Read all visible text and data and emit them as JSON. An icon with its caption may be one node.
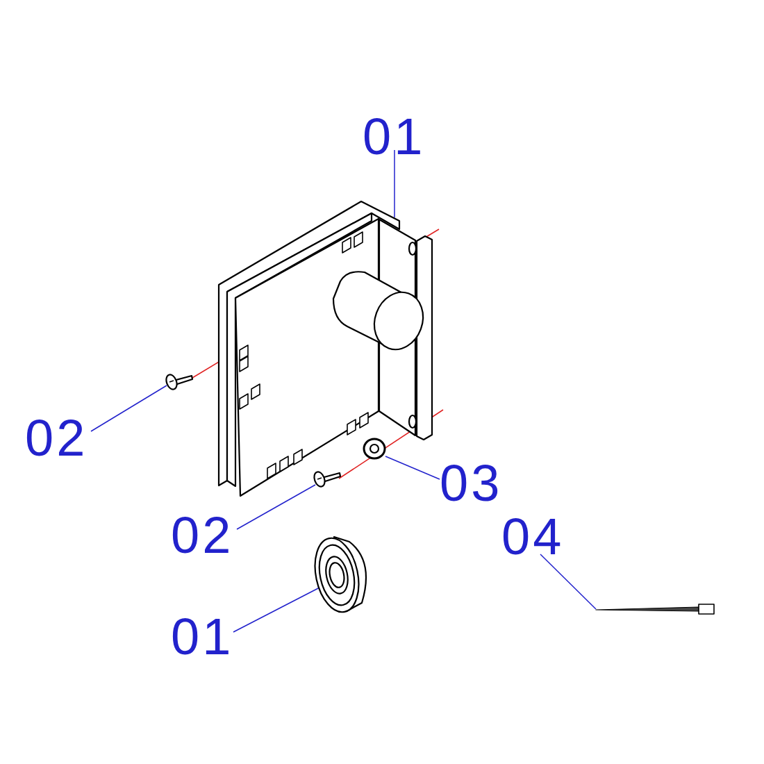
{
  "diagram": {
    "nodes": [
      {
        "text": [
          "01"
        ]
      },
      {
        "text": [],
        "shape": "picture"
      },
      {
        "text": [
          "02"
        ]
      },
      {
        "text": [],
        "shape": "picture"
      },
      {
        "text": [
          "03"
        ]
      },
      {
        "text": [],
        "shape": "picture"
      },
      {
        "text": [
          "02"
        ]
      },
      {
        "text": [],
        "shape": "picture"
      },
      {
        "text": [
          "04"
        ]
      },
      {
        "text": [],
        "shape": "picture"
      },
      {
        "text": [
          "01"
        ]
      },
      {
        "text": [],
        "shape": "picture"
      }
    ],
    "edges": [
      {
        "from": 0,
        "to": 1,
        "arrow": "none"
      },
      {
        "from": 2,
        "to": 3,
        "arrow": "none"
      },
      {
        "from": 4,
        "to": 5,
        "arrow": "none"
      },
      {
        "from": 6,
        "to": 7,
        "arrow": "none"
      },
      {
        "from": 8,
        "to": 9,
        "arrow": "none"
      },
      {
        "from": 10,
        "to": 11,
        "arrow": "none"
      }
    ]
  }
}
